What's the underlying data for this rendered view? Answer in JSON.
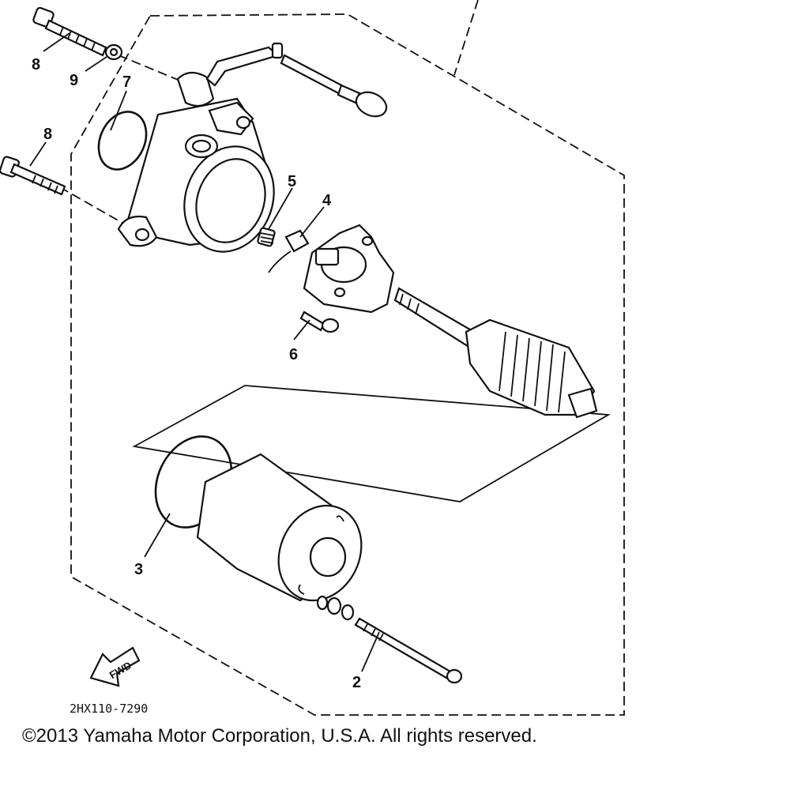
{
  "callouts": {
    "c2": "2",
    "c3": "3",
    "c4": "4",
    "c5": "5",
    "c6": "6",
    "c7": "7",
    "c8a": "8",
    "c8b": "8",
    "c9": "9"
  },
  "fwd_label": "FWD",
  "diagram_code": "2HX110-7290",
  "copyright": "©2013 Yamaha Motor Corporation, U.S.A. All rights reserved."
}
